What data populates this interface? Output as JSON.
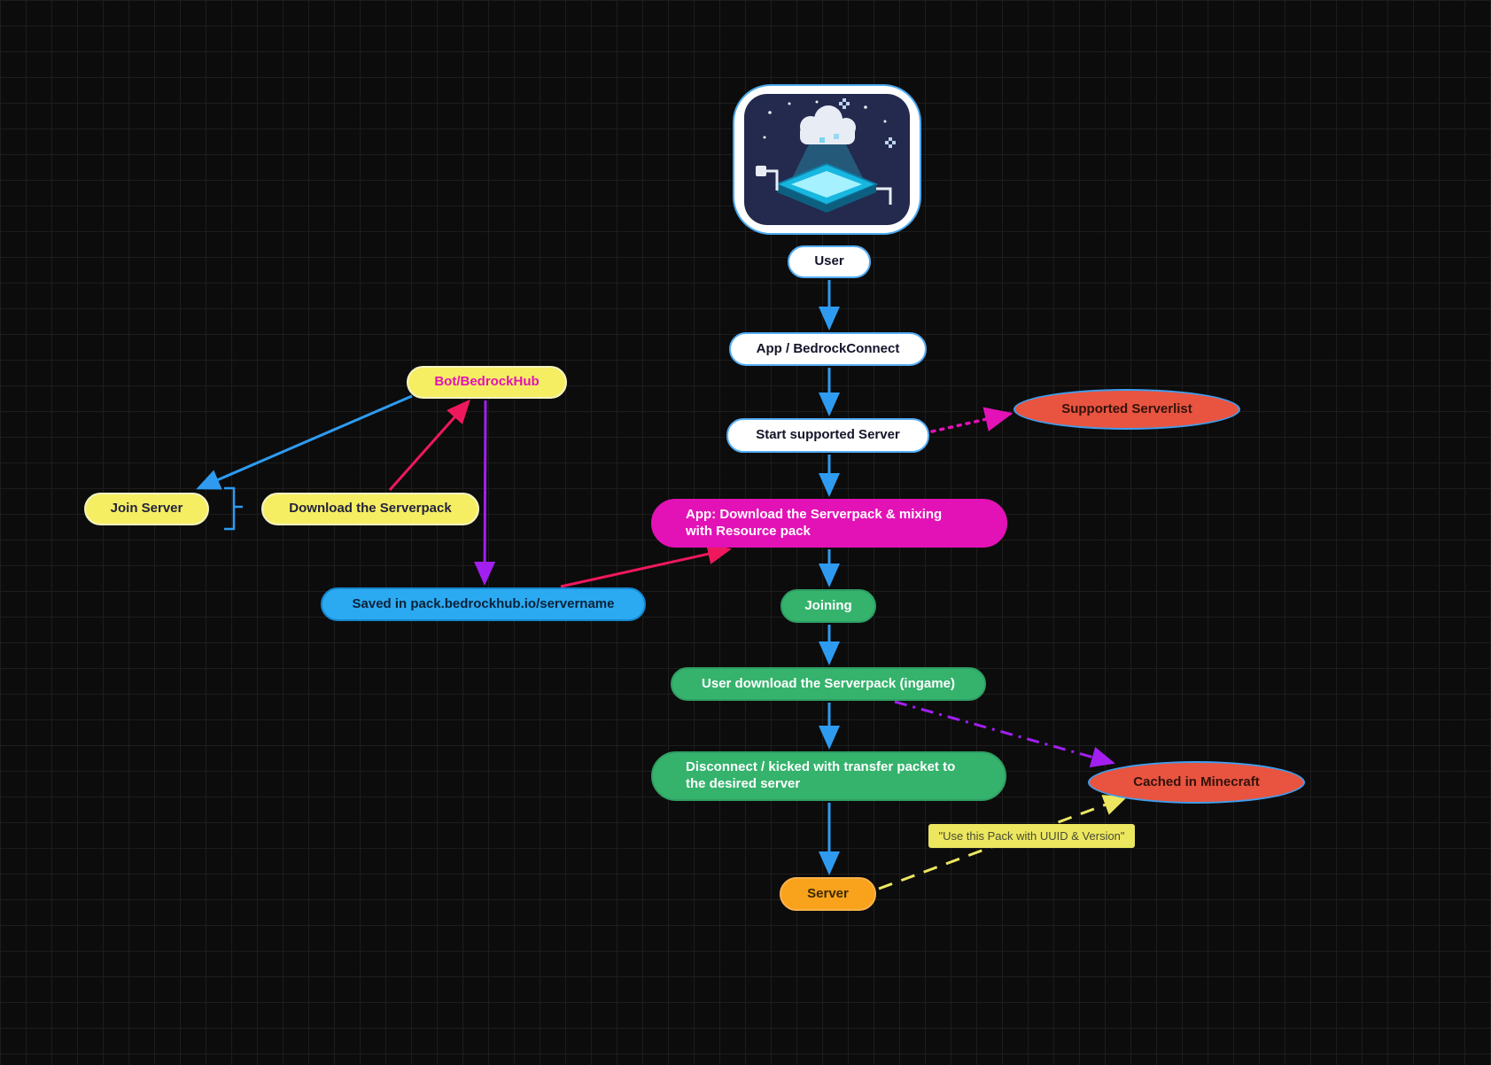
{
  "diagram": {
    "nodes": {
      "user": "User",
      "app": "App / BedrockConnect",
      "start_server": "Start supported Server",
      "supported_serverlist": "Supported Serverlist",
      "app_download_mix": "App: Download the Serverpack & mixing\nwith Resource pack",
      "joining": "Joining",
      "user_download": "User download the Serverpack (ingame)",
      "disconnect": "Disconnect / kicked with transfer packet to\nthe desired server",
      "server": "Server",
      "cached": "Cached in Minecraft",
      "bot": "Bot/BedrockHub",
      "join_server": "Join Server",
      "download_serverpack": "Download the Serverpack",
      "saved_pack": "Saved in pack.bedrockhub.io/servername"
    },
    "edge_labels": {
      "use_pack": "\"Use this Pack with UUID & Version\""
    },
    "colors": {
      "flow_arrow_blue": "#2e9bf0",
      "crimson_arrow": "#f0185c",
      "purple_arrow": "#a21ff0",
      "magenta_dotted_arrow": "#e312b6",
      "yellow_dashed_arrow": "#ece75f",
      "node_white": "#ffffff",
      "node_yellow": "#f6ee62",
      "node_green": "#35b36d",
      "node_magenta": "#e312b6",
      "node_blue": "#2baaf2",
      "node_orange": "#f9a21c",
      "ellipse_red": "#e8543f",
      "background": "#0c0c0c",
      "grid_line": "#1d1d1d"
    }
  }
}
